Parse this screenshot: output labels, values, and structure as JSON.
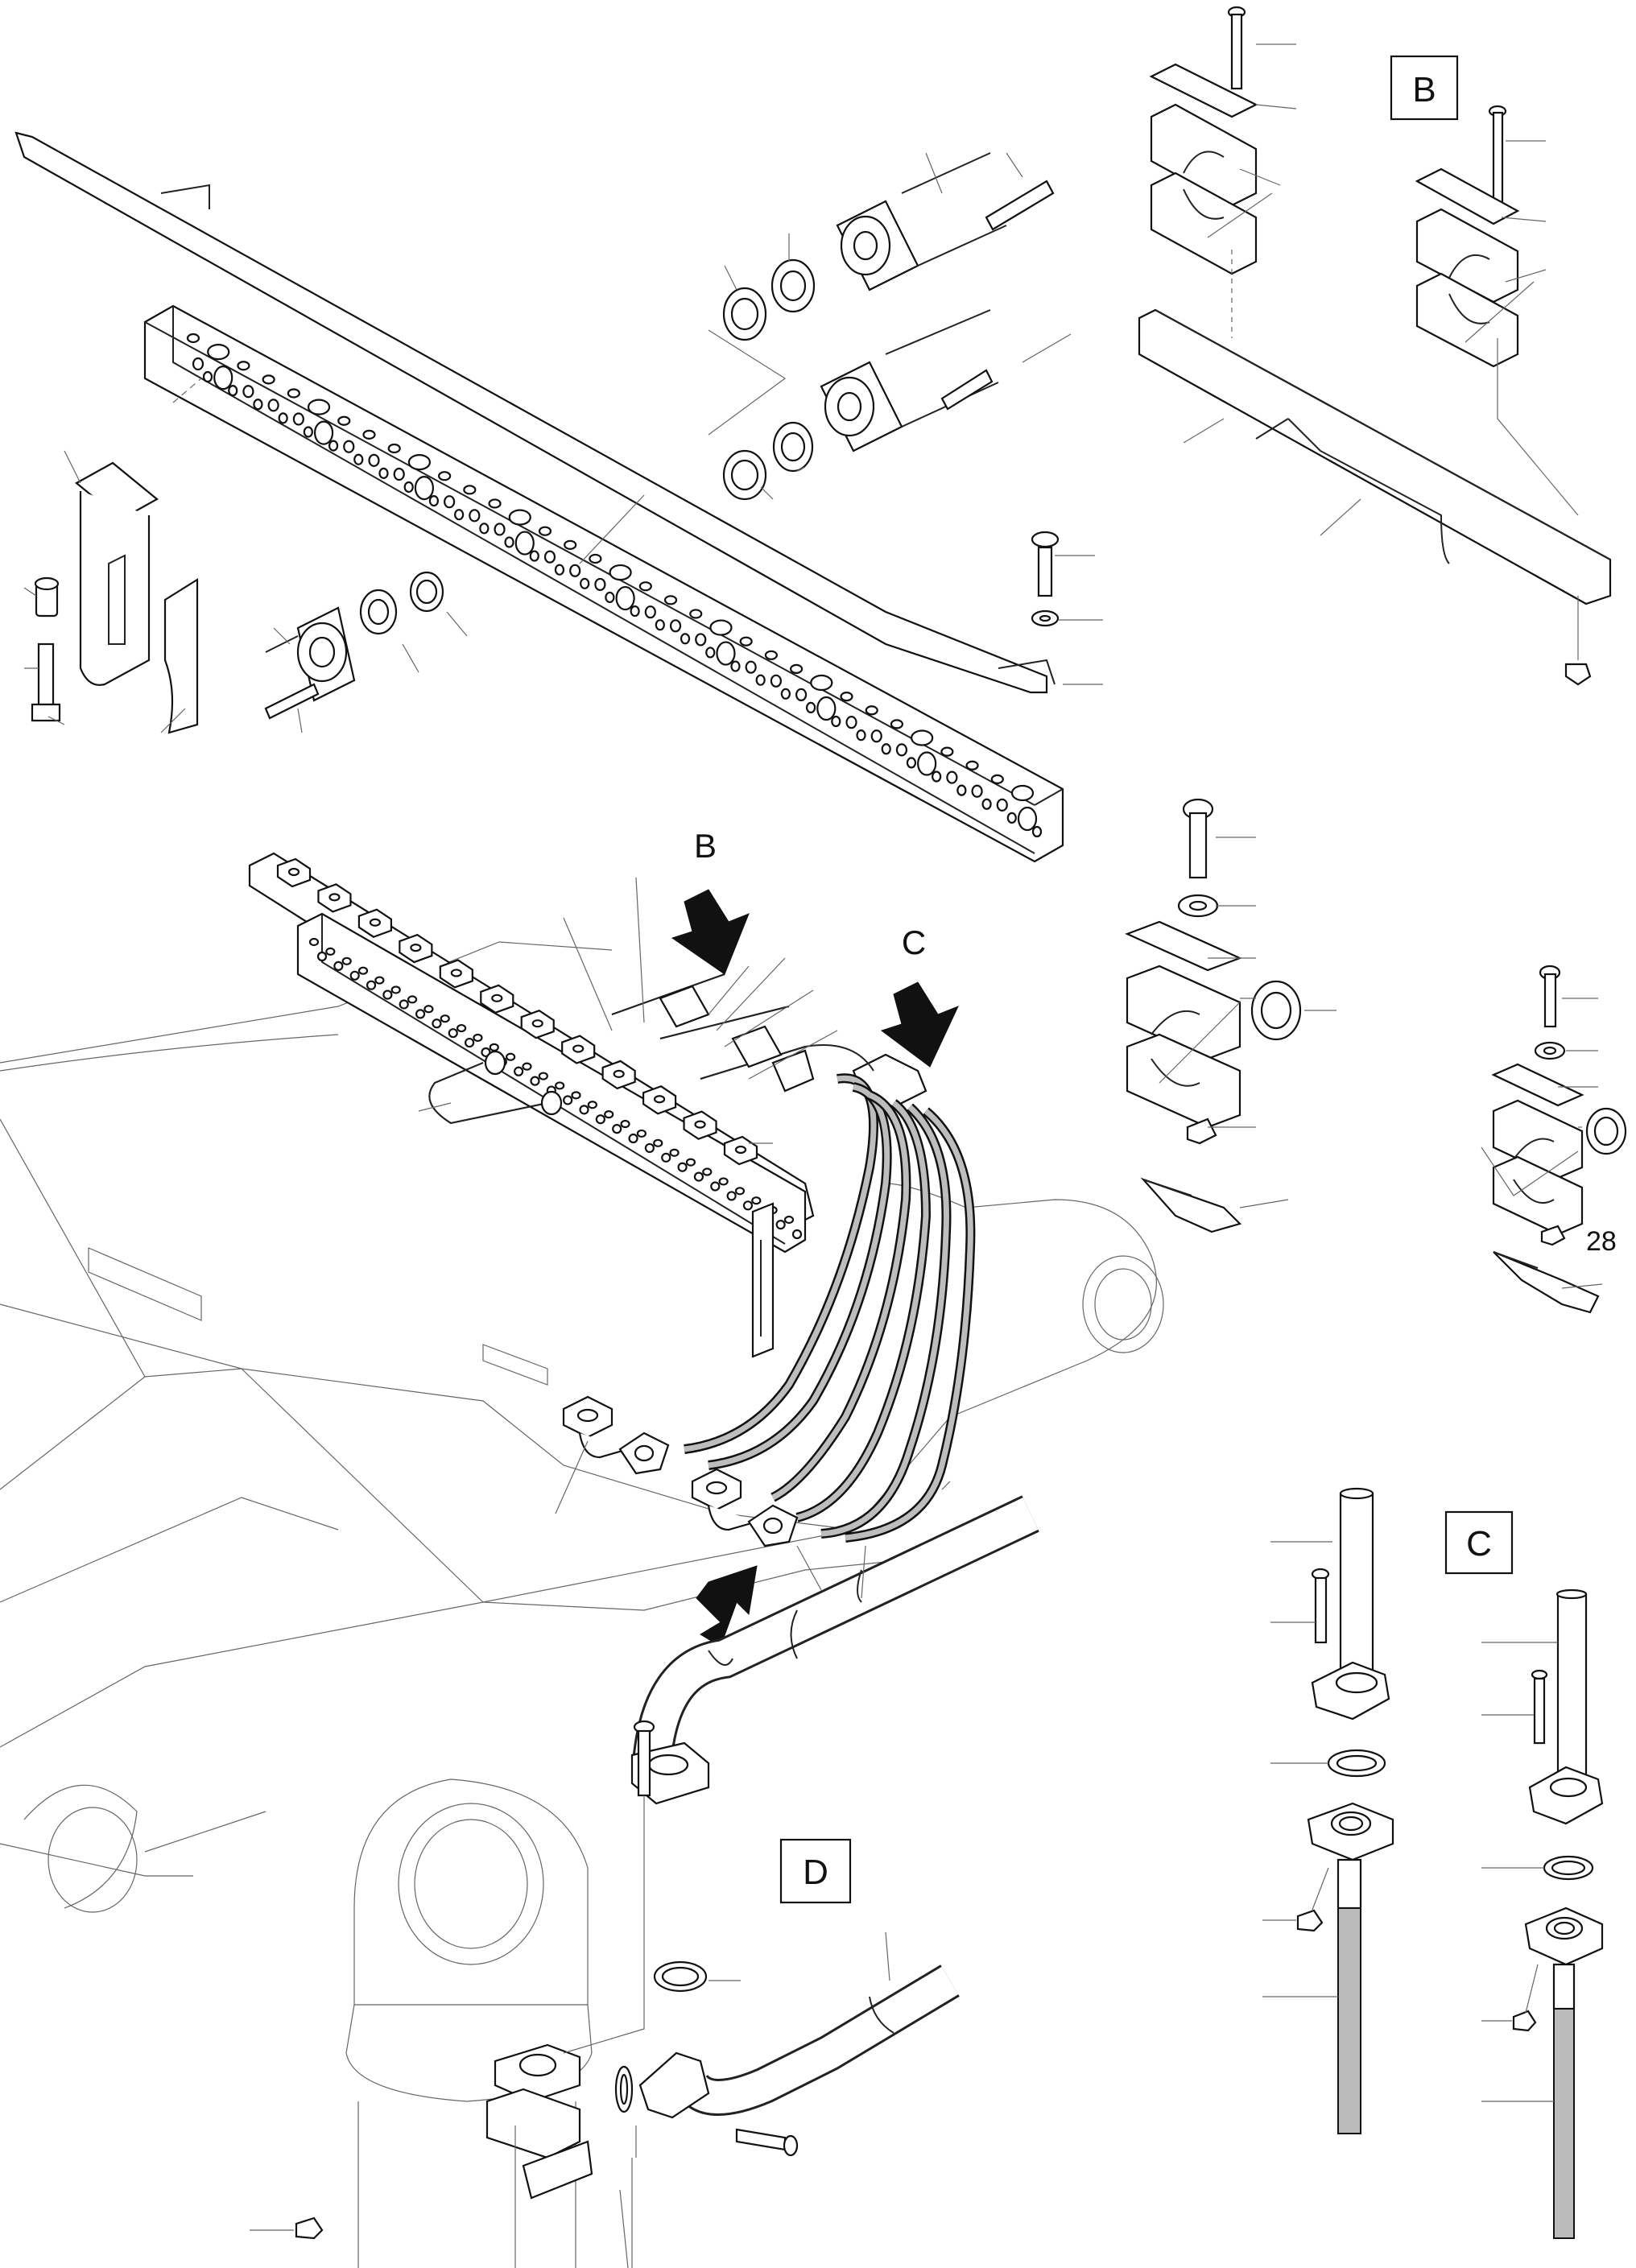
{
  "views": [
    {
      "id": "view-b",
      "label": "B"
    },
    {
      "id": "view-c",
      "label": "C"
    },
    {
      "id": "view-d",
      "label": "D"
    }
  ],
  "arrows": [
    {
      "id": "arrow-b",
      "label": "B"
    },
    {
      "id": "arrow-c",
      "label": "C"
    },
    {
      "id": "arrow-d",
      "label": "D"
    }
  ],
  "callouts": {
    "nut_28": "28"
  }
}
